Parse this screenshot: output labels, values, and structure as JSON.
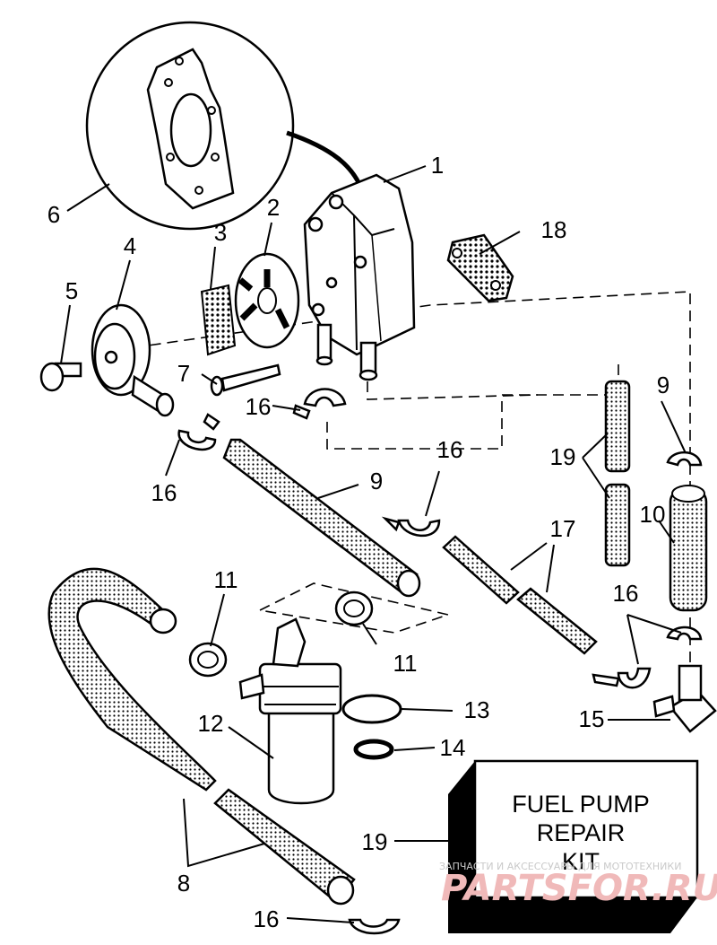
{
  "callouts": [
    {
      "id": "c1",
      "text": "1"
    },
    {
      "id": "c2",
      "text": "2"
    },
    {
      "id": "c3",
      "text": "3"
    },
    {
      "id": "c4",
      "text": "4"
    },
    {
      "id": "c5",
      "text": "5"
    },
    {
      "id": "c6",
      "text": "6"
    },
    {
      "id": "c7",
      "text": "7"
    },
    {
      "id": "c8",
      "text": "8"
    },
    {
      "id": "c9a",
      "text": "9"
    },
    {
      "id": "c9b",
      "text": "9"
    },
    {
      "id": "c10",
      "text": "10"
    },
    {
      "id": "c11a",
      "text": "11"
    },
    {
      "id": "c11b",
      "text": "11"
    },
    {
      "id": "c12",
      "text": "12"
    },
    {
      "id": "c13",
      "text": "13"
    },
    {
      "id": "c14",
      "text": "14"
    },
    {
      "id": "c15",
      "text": "15"
    },
    {
      "id": "c16a",
      "text": "16"
    },
    {
      "id": "c16b",
      "text": "16"
    },
    {
      "id": "c16c",
      "text": "16"
    },
    {
      "id": "c16d",
      "text": "16"
    },
    {
      "id": "c16e",
      "text": "16"
    },
    {
      "id": "c17",
      "text": "17"
    },
    {
      "id": "c18",
      "text": "18"
    },
    {
      "id": "c19a",
      "text": "19"
    },
    {
      "id": "c19b",
      "text": "19"
    }
  ],
  "kit_box": {
    "line1": "FUEL PUMP",
    "line2": "REPAIR",
    "line3": "KIT"
  },
  "watermark": {
    "small": "ЗАПЧАСТИ И АКСЕССУАРЫ ДЛЯ МОТОТЕХНИКИ",
    "big": "PARTSFOR.RU"
  }
}
